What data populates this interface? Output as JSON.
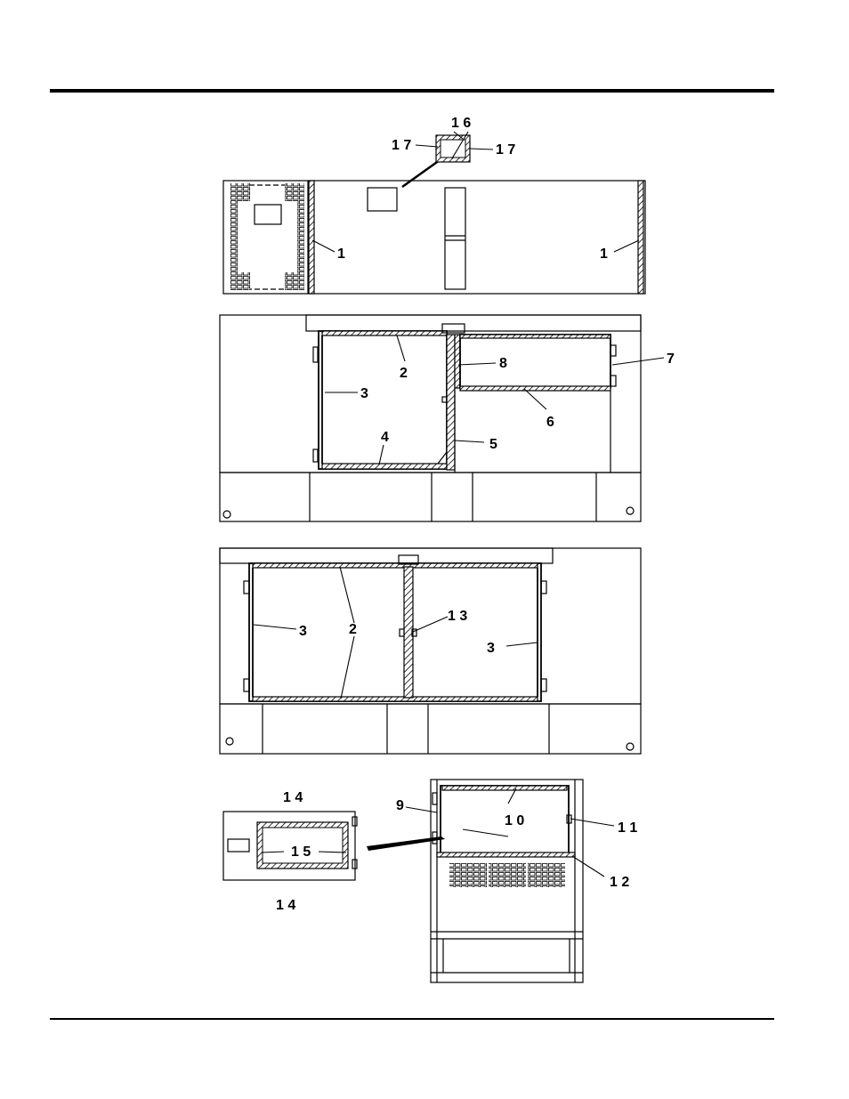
{
  "labels": {
    "top_16": "1 6",
    "top_17_left": "1 7",
    "top_17_right": "1 7",
    "top_1_left": "1",
    "top_1_right": "1",
    "mid_2": "2",
    "mid_3": "3",
    "mid_4": "4",
    "mid_5": "5",
    "mid_6": "6",
    "mid_7": "7",
    "mid_8": "8",
    "low_3_left": "3",
    "low_2": "2",
    "low_13": "1 3",
    "low_3_right": "3",
    "bot_14_top": "1 4",
    "bot_15": "1 5",
    "bot_14_bottom": "1 4",
    "bot_9": "9",
    "bot_10": "1 0",
    "bot_11": "1 1",
    "bot_12": "1 2"
  }
}
